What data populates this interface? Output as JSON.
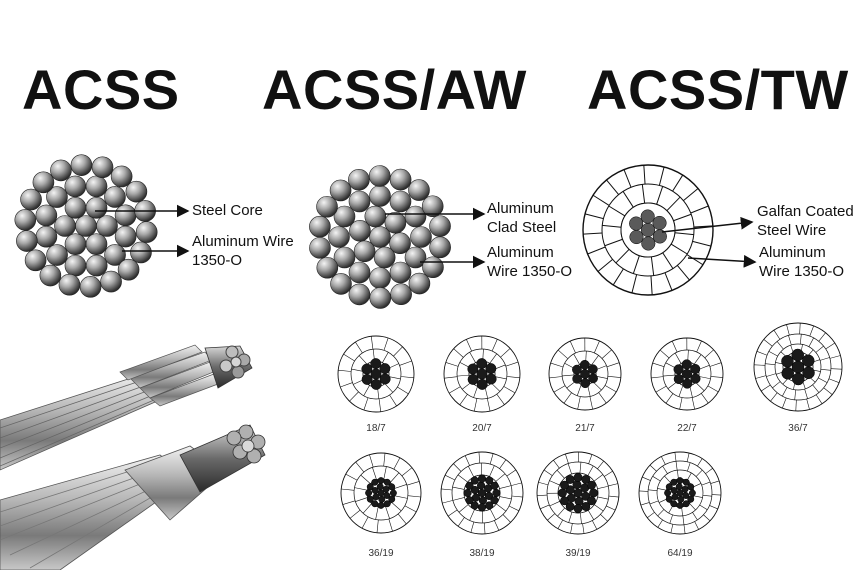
{
  "titles": {
    "acss": "ACSS",
    "acss_aw": "ACSS/AW",
    "acss_tw": "ACSS/TW"
  },
  "acss": {
    "callout_core": "Steel Core",
    "callout_wire_line1": "Aluminum Wire",
    "callout_wire_line2": "1350-O"
  },
  "acss_aw": {
    "callout_core_line1": "Aluminum",
    "callout_core_line2": "Clad Steel",
    "callout_wire_line1": "Aluminum",
    "callout_wire_line2": "Wire 1350-O"
  },
  "acss_tw": {
    "callout_core_line1": "Galfan Coated",
    "callout_core_line2": "Steel Wire",
    "callout_wire_line1": "Aluminum",
    "callout_wire_line2": "Wire 1350-O"
  },
  "stranding_sizes": [
    "18/7",
    "20/7",
    "21/7",
    "22/7",
    "36/7",
    "36/19",
    "38/19",
    "39/19",
    "64/19"
  ],
  "colors": {
    "strand_light": "#eeeeee",
    "strand_dark": "#3a3a3a",
    "core_dark": "#1a1a1a",
    "trapezoid_fill": "#ffffff",
    "line": "#111111"
  }
}
